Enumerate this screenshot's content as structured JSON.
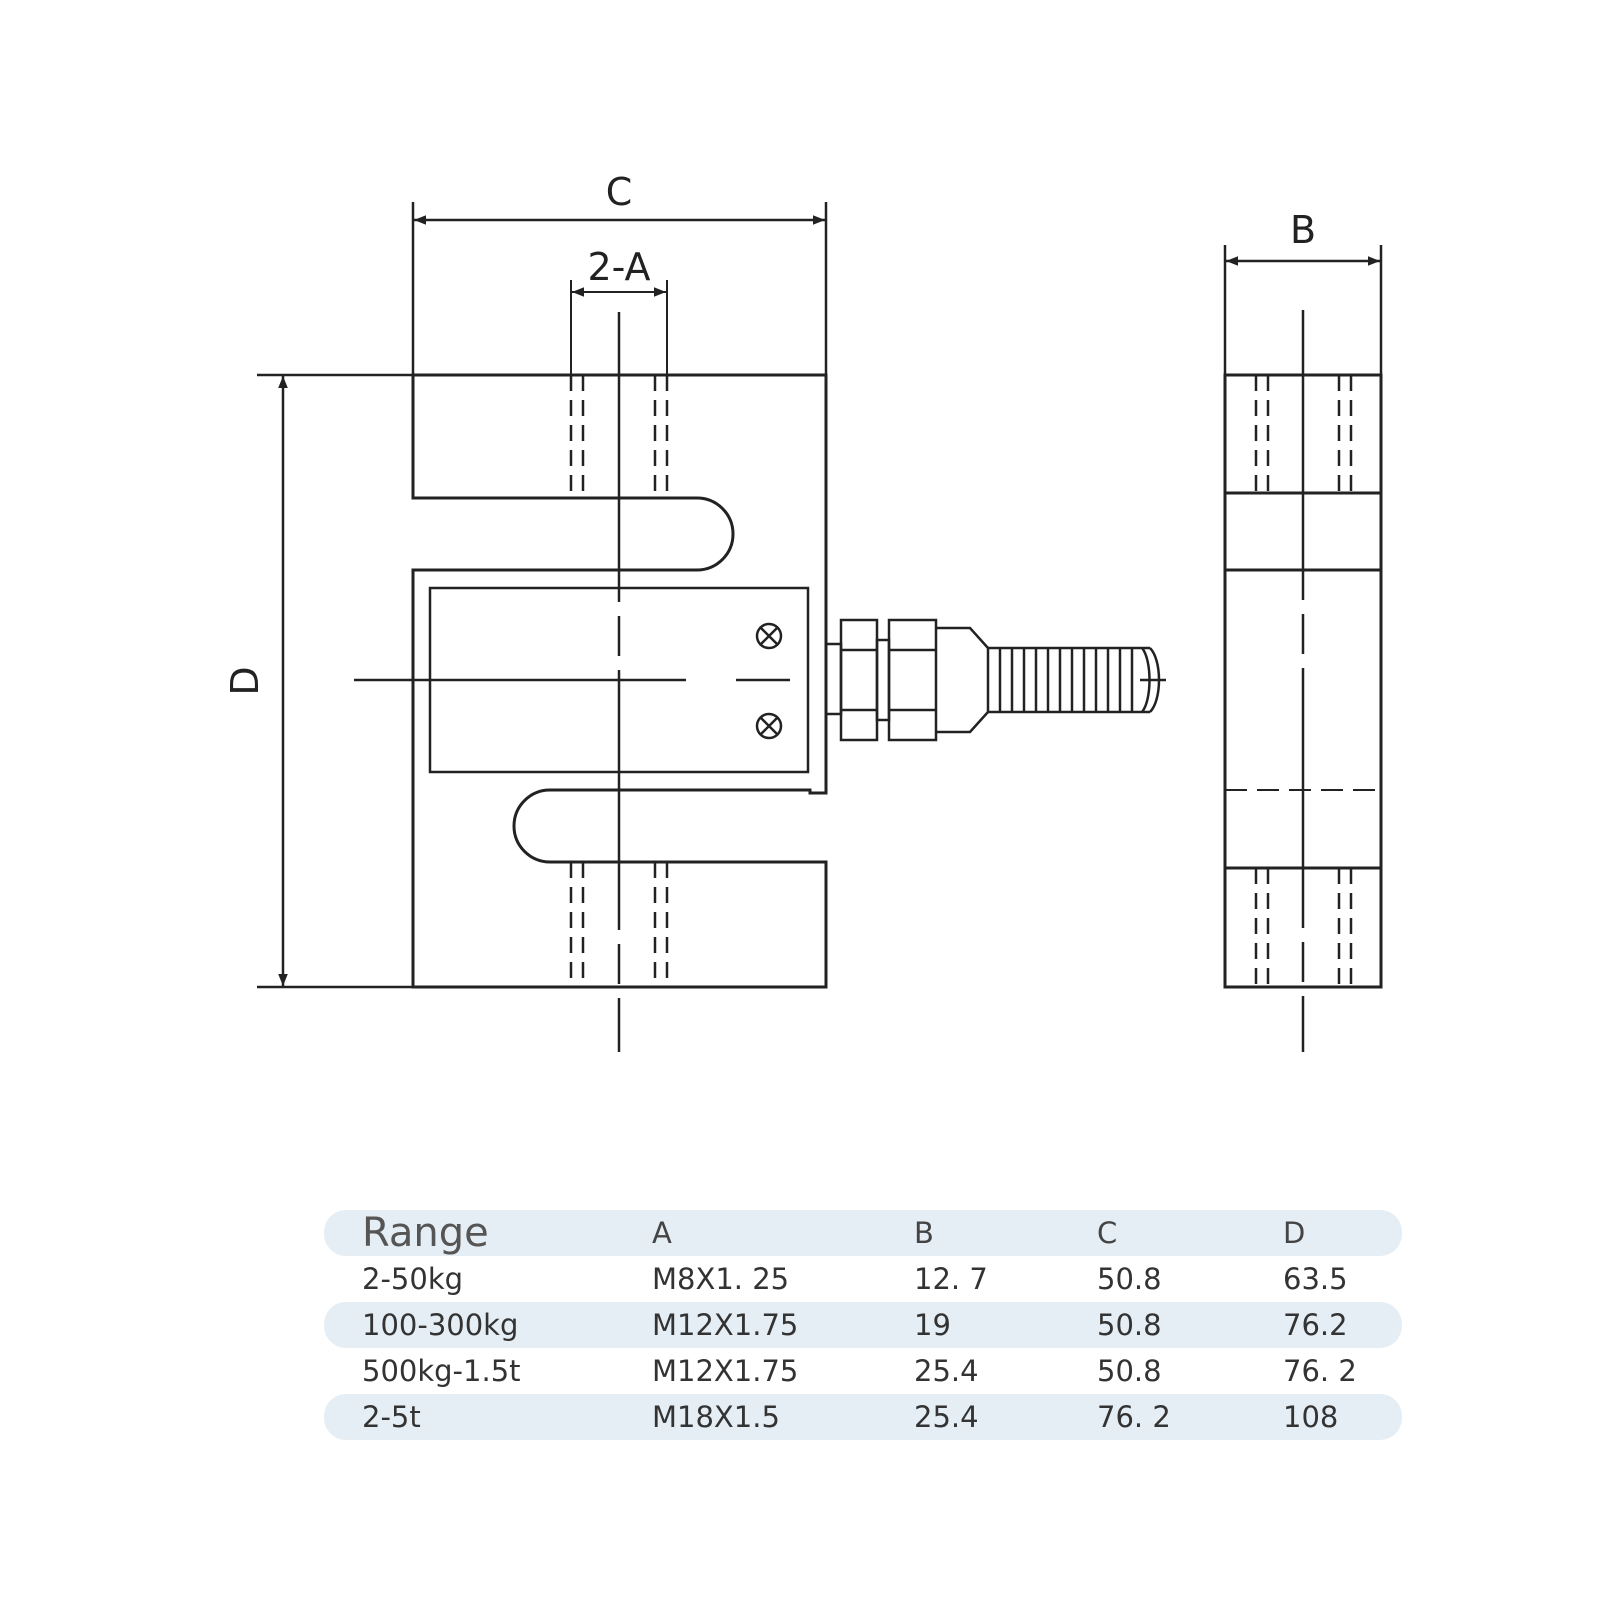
{
  "labels": {
    "c": "C",
    "two_a": "2-A",
    "d": "D",
    "b": "B"
  },
  "table": {
    "headers": [
      "Range",
      "A",
      "B",
      "C",
      "D"
    ],
    "rows": [
      [
        "2-50kg",
        "M8X1. 25",
        "12. 7",
        "50.8",
        "63.5"
      ],
      [
        "100-300kg",
        "M12X1.75",
        "19",
        "50.8",
        "76.2"
      ],
      [
        "500kg-1.5t",
        "M12X1.75",
        "25.4",
        "50.8",
        "76. 2"
      ],
      [
        "2-5t",
        "M18X1.5",
        "25.4",
        "76. 2",
        "108"
      ]
    ]
  },
  "colors": {
    "line": "#222222",
    "row_shade": "#e6eef5"
  }
}
